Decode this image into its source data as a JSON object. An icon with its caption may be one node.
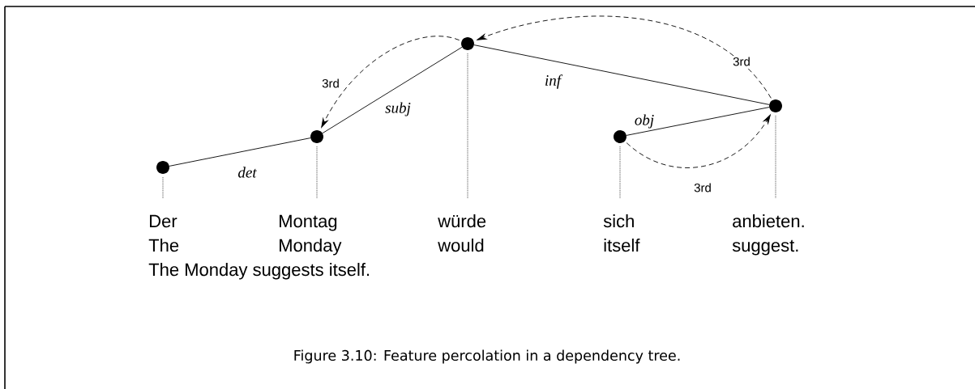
{
  "diagram": {
    "caption": "Figure 3.10: Feature percolation in a dependency tree.",
    "nodes": [
      {
        "text": [],
        "shape": "circle"
      },
      {
        "text": [],
        "shape": "circle"
      },
      {
        "text": [],
        "shape": "circle"
      },
      {
        "text": [],
        "shape": "circle"
      },
      {
        "text": [],
        "shape": "circle"
      }
    ],
    "edges": [
      {
        "from": 0,
        "to": 1,
        "arrow": "none",
        "label": "det"
      },
      {
        "from": 1,
        "to": 2,
        "arrow": "none",
        "label": "subj"
      },
      {
        "from": 2,
        "to": 4,
        "arrow": "none",
        "label": "inf"
      },
      {
        "from": 3,
        "to": 4,
        "arrow": "none",
        "label": "obj"
      },
      {
        "from": 2,
        "to": 1,
        "arrow": "to",
        "style": "dashed",
        "label": "3rd"
      },
      {
        "from": 4,
        "to": 2,
        "arrow": "to",
        "style": "dashed",
        "label": "3rd"
      },
      {
        "from": 3,
        "to": 4,
        "arrow": "to",
        "style": "dashed",
        "label": "3rd"
      }
    ],
    "labels": [
      "Der",
      "Montag",
      "würde",
      "sich",
      "anbieten.",
      "The",
      "Monday",
      "would",
      "itself",
      "suggest.",
      "The Monday suggests itself."
    ]
  }
}
